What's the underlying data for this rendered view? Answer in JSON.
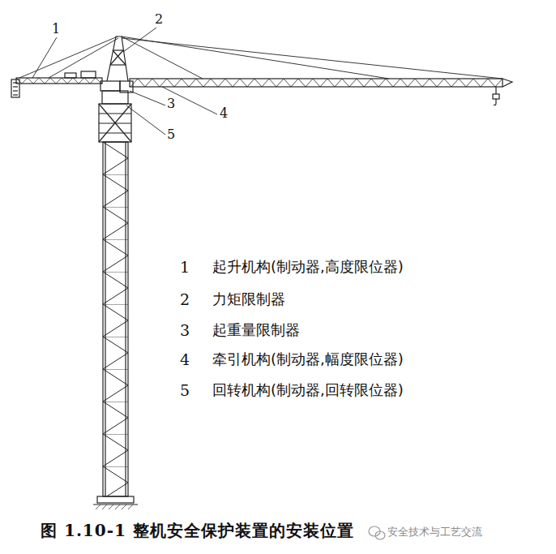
{
  "diagram": {
    "caption": "图 1.10-1  整机安全保护装置的安装位置",
    "labels": [
      "1",
      "2",
      "3",
      "4",
      "5",
      "1",
      "起升机构(制动器,高度限位器)",
      "2",
      "力矩限制器",
      "3",
      "起重量限制器",
      "4",
      "牵引机构(制动器,幅度限位器)",
      "5",
      "回转机构(制动器,回转限位器)",
      "安全技术与工艺交流"
    ]
  }
}
